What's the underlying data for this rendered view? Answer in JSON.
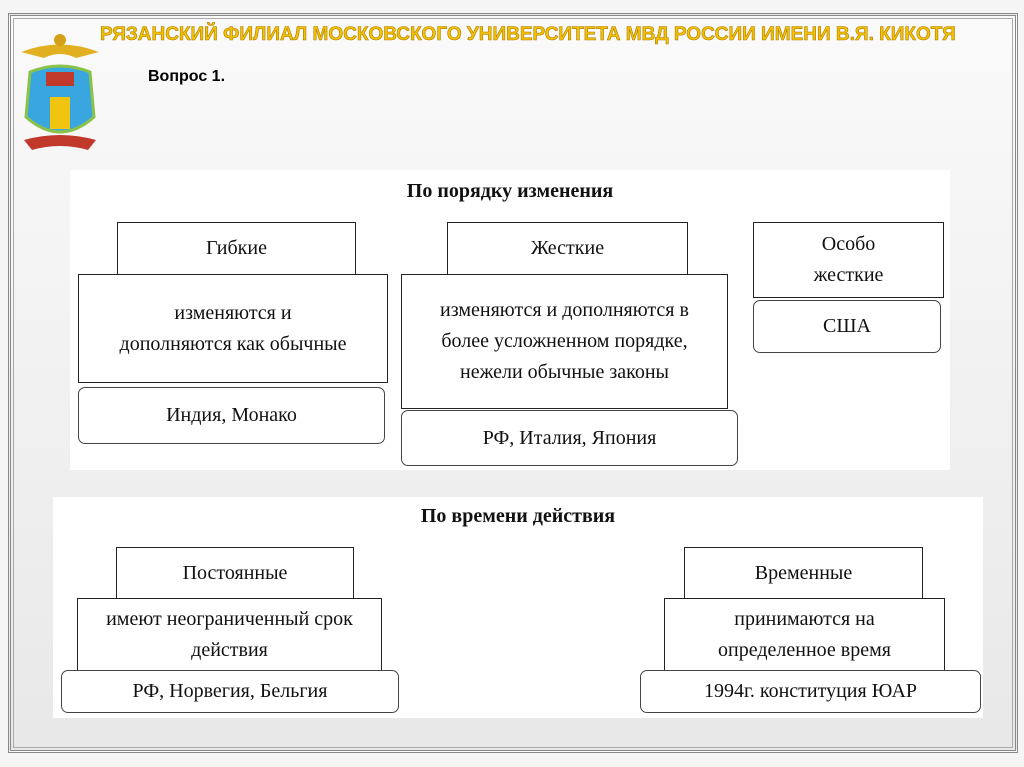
{
  "header": {
    "title": "РЯЗАНСКИЙ ФИЛИАЛ МОСКОВСКОГО УНИВЕРСИТЕТА МВД РОССИИ ИМЕНИ В.Я. КИКОТЯ",
    "question": "Вопрос 1."
  },
  "panel1": {
    "title": "По порядку изменения",
    "columns": [
      {
        "name": "Гибкие",
        "desc": "изменяются и дополняются как обычные",
        "examples": "Индия, Монако"
      },
      {
        "name": "Жесткие",
        "desc": "изменяются и дополняются в более усложненном порядке, нежели обычные законы",
        "examples": "РФ, Италия, Япония"
      },
      {
        "name": "Особо жесткие",
        "examples": "США"
      }
    ]
  },
  "panel2": {
    "title": "По времени действия",
    "columns": [
      {
        "name": "Постоянные",
        "desc": "имеют неограниченный срок действия",
        "examples": "РФ, Норвегия, Бельгия"
      },
      {
        "name": "Временные",
        "desc": "принимаются на определенное время",
        "examples": "1994г. конституция ЮАР"
      }
    ]
  }
}
